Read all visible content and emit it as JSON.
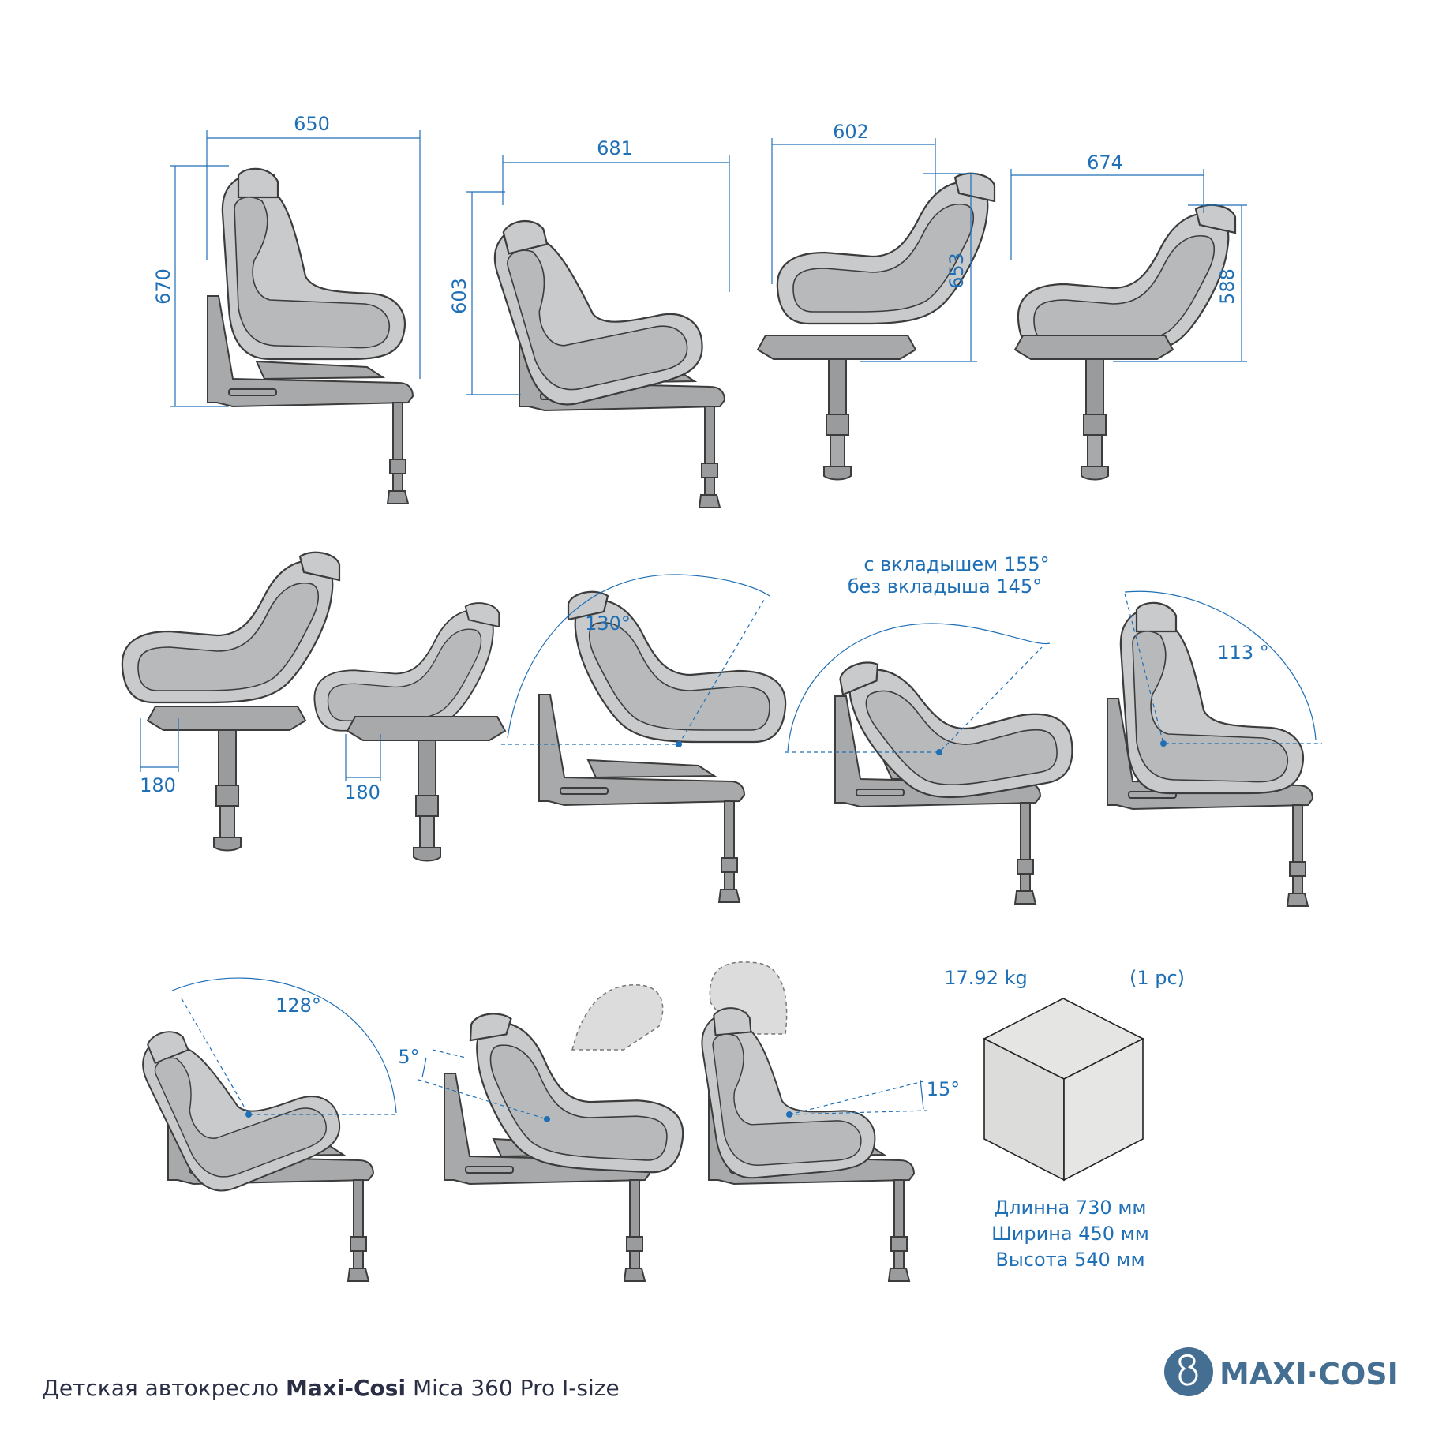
{
  "dimensions": {
    "rear_width": "650",
    "rear_height": "670",
    "recline_width": "681",
    "recline_height": "603",
    "forward_width": "602",
    "forward_height": "653",
    "forward2_width": "674",
    "forward2_height": "588",
    "offset_a": "180",
    "offset_b": "180"
  },
  "angles": {
    "a130": "130°",
    "with_insert": "с вкладышем 155°",
    "without_insert": "без вкладыша 145°",
    "a113": "113 °",
    "a128": "128°",
    "a5": "5°",
    "a15": "15°"
  },
  "package": {
    "weight": "17.92 kg",
    "quantity": "(1 pc)",
    "length": "Длинна 730 мм",
    "width": "Ширина 450 мм",
    "height": "Высота 540 мм"
  },
  "footer": {
    "title_prefix": "Детская автокресло ",
    "title_brand": "Maxi-Cosi",
    "title_model": " Mica 360 Pro I-size",
    "logo_text": "MAXI·COSI",
    "logo_color": "#456f92"
  },
  "colors": {
    "accent": "#1f6fb6"
  }
}
